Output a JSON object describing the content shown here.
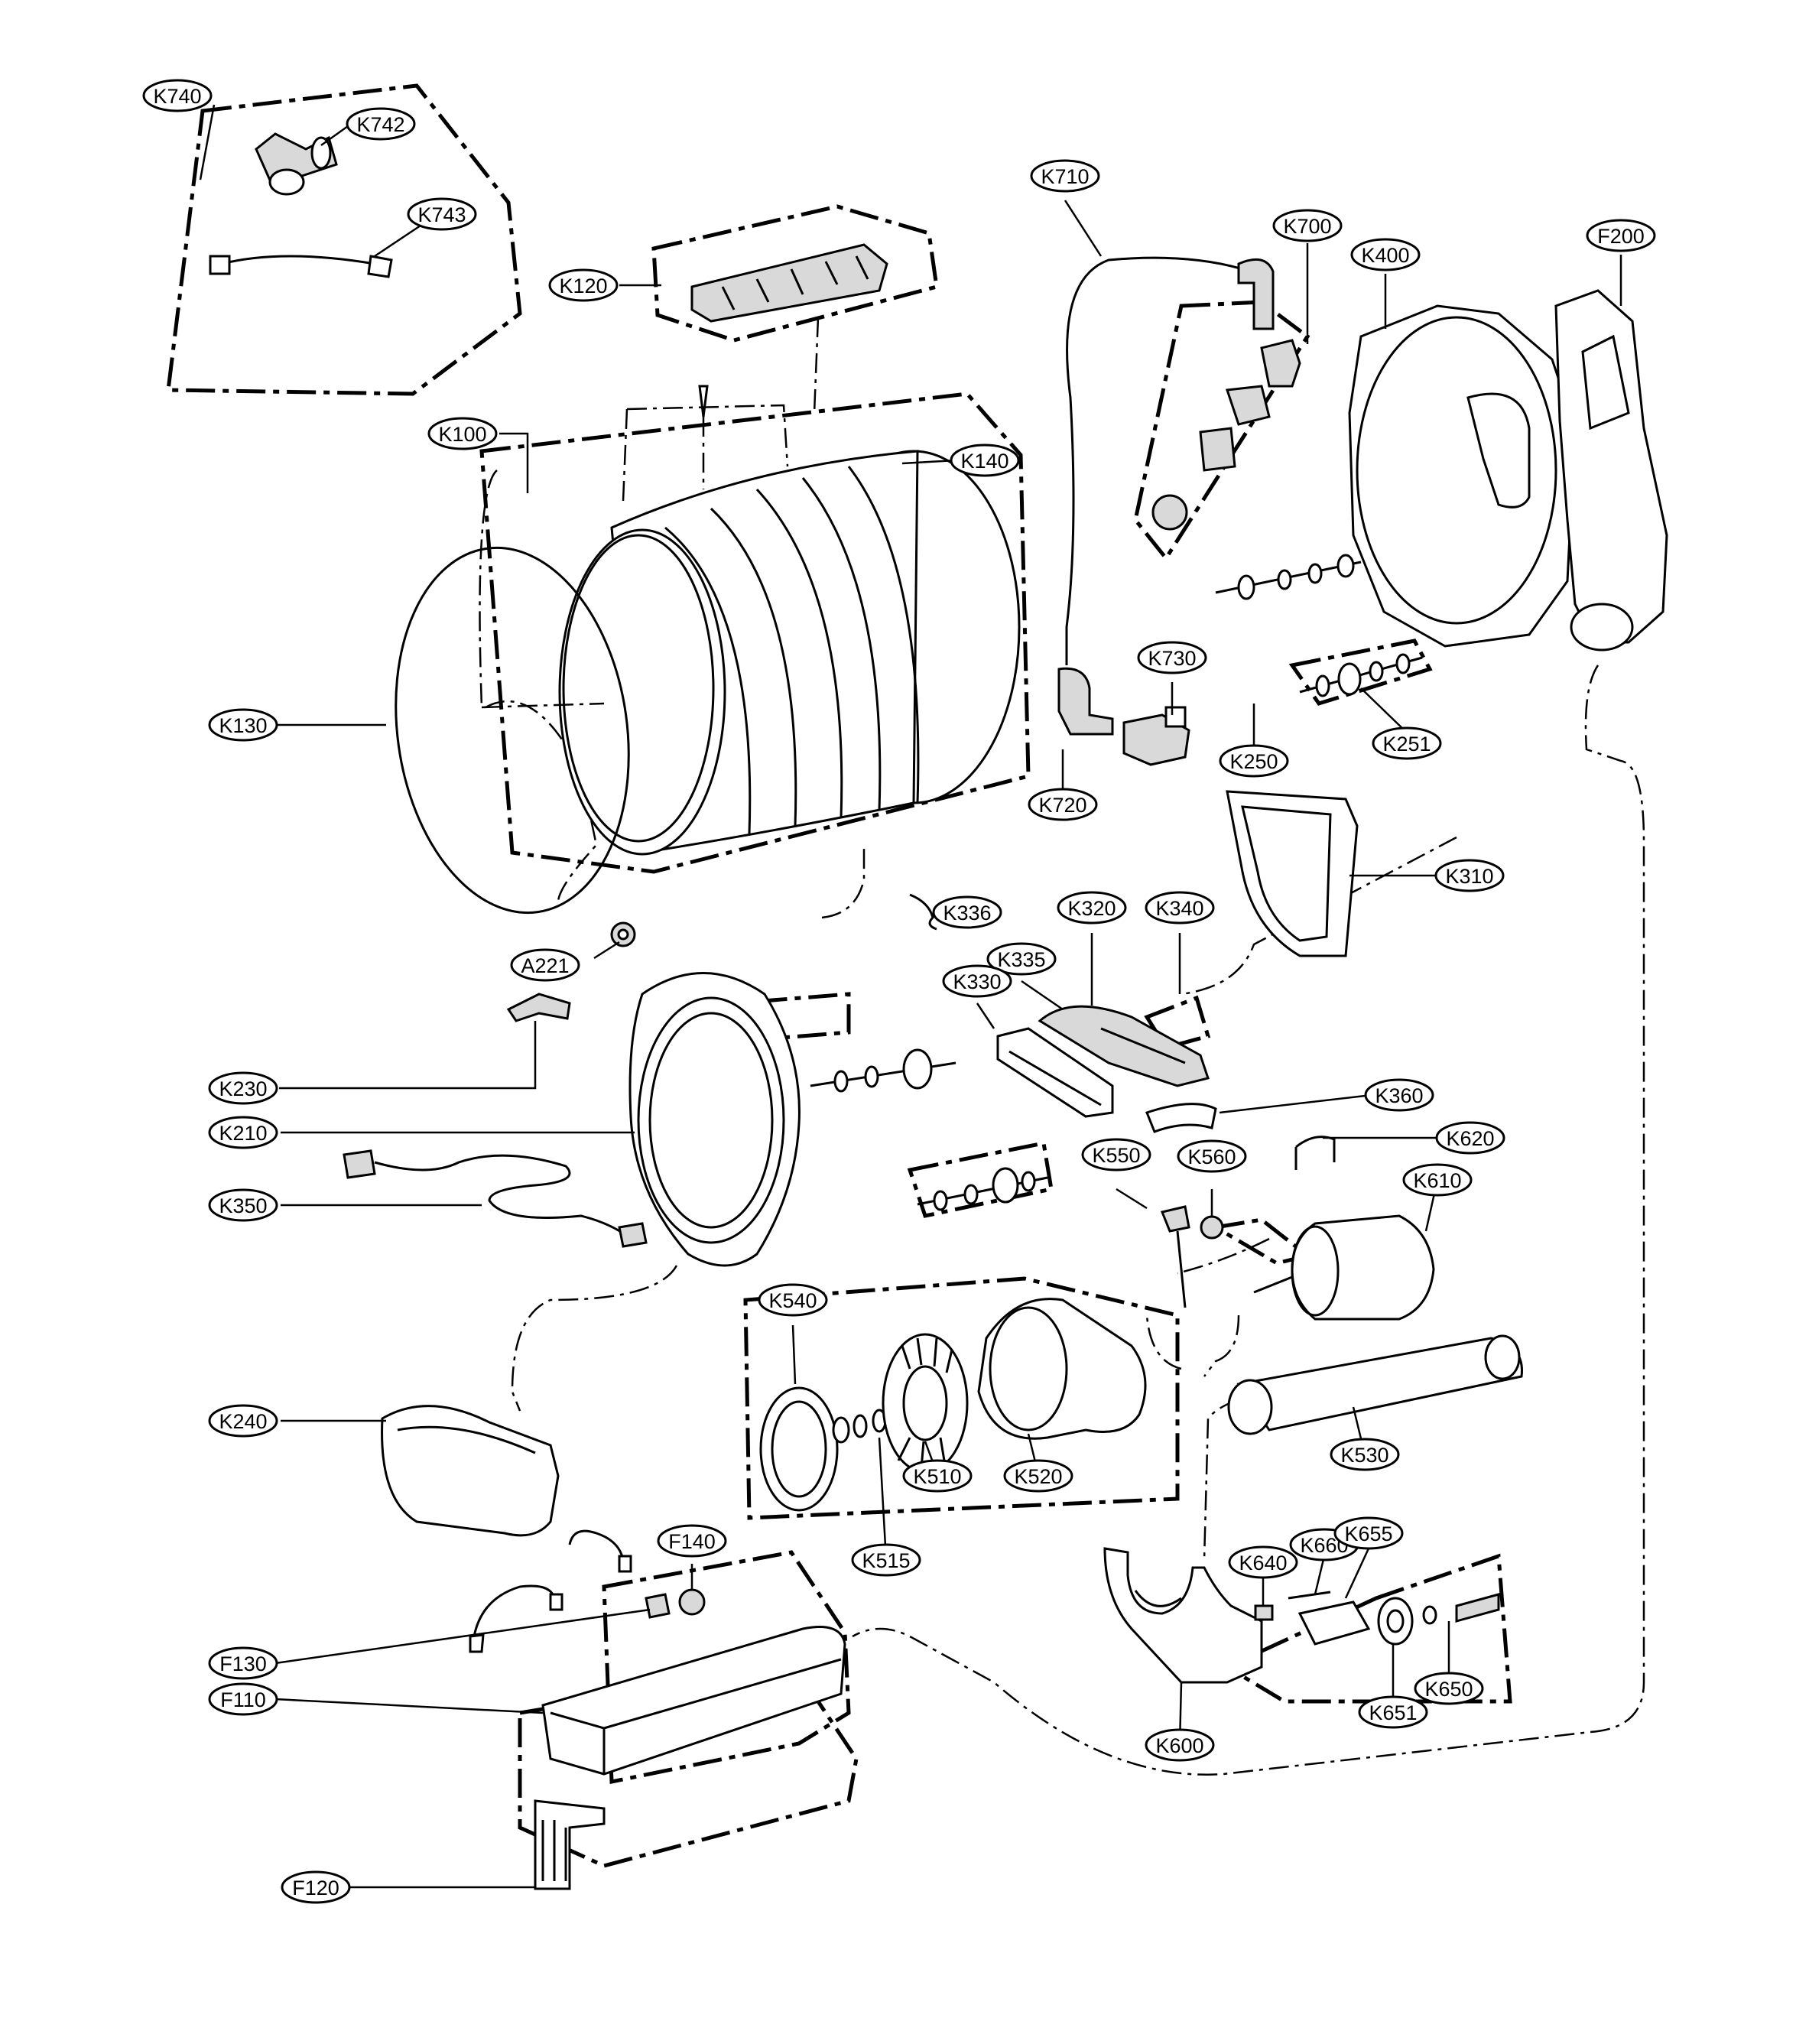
{
  "callouts": [
    "K740",
    "K742",
    "K743",
    "K120",
    "K100",
    "K140",
    "K130",
    "A221",
    "K230",
    "K210",
    "K350",
    "K240",
    "K710",
    "K700",
    "K400",
    "F200",
    "K730",
    "K720",
    "K250",
    "K251",
    "K310",
    "K336",
    "K320",
    "K340",
    "K335",
    "K330",
    "K360",
    "K620",
    "K550",
    "K560",
    "K610",
    "K540",
    "K510",
    "K520",
    "K515",
    "K530",
    "F140",
    "F130",
    "F110",
    "F120",
    "K640",
    "K660",
    "K655",
    "K600",
    "K651",
    "K650"
  ]
}
